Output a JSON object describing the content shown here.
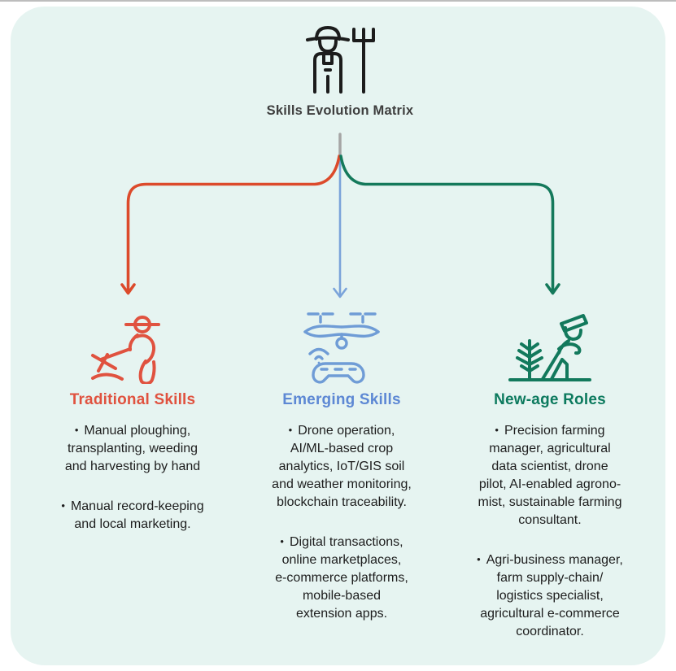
{
  "header": {
    "title": "Skills Evolution Matrix",
    "icon": "farmer-pitchfork-icon"
  },
  "glyphs": {
    "bullet": "•"
  },
  "colors": {
    "page_background": "#ffffff",
    "card_background": "#e6f4f1",
    "title_text": "#3e3e3e",
    "body_text": "#1d1d1d",
    "stem_gray": "#a5a5a5",
    "traditional_accent": "#e0523f",
    "traditional_line": "#dc4a2b",
    "emerging_accent": "#5d88d4",
    "emerging_line": "#7aa3da",
    "newage_accent": "#0c7a5e",
    "newage_line": "#14795b"
  },
  "columns": [
    {
      "id": "traditional",
      "heading": "Traditional Skills",
      "icon": "manual-ploughing-icon",
      "items": [
        "Manual ploughing,\ntransplanting, weeding\nand harvesting by hand",
        "Manual record-keeping\nand local marketing."
      ]
    },
    {
      "id": "emerging",
      "heading": "Emerging Skills",
      "icon": "drone-controller-icon",
      "items": [
        "Drone operation,\nAI/ML-based crop\nanalytics, IoT/GIS soil\nand weather monitoring,\nblockchain traceability.",
        "Digital transactions,\nonline marketplaces,\ne-commerce platforms,\nmobile-based\nextension apps."
      ]
    },
    {
      "id": "newage",
      "heading": "New-age Roles",
      "icon": "planting-farmer-icon",
      "items": [
        "Precision farming\nmanager, agricultural\ndata scientist, drone\npilot, AI-enabled agrono-\nmist, sustainable farming\nconsultant.",
        "Agri-business manager,\nfarm supply-chain/\nlogistics specialist,\nagricultural e-commerce\ncoordinator."
      ]
    }
  ]
}
